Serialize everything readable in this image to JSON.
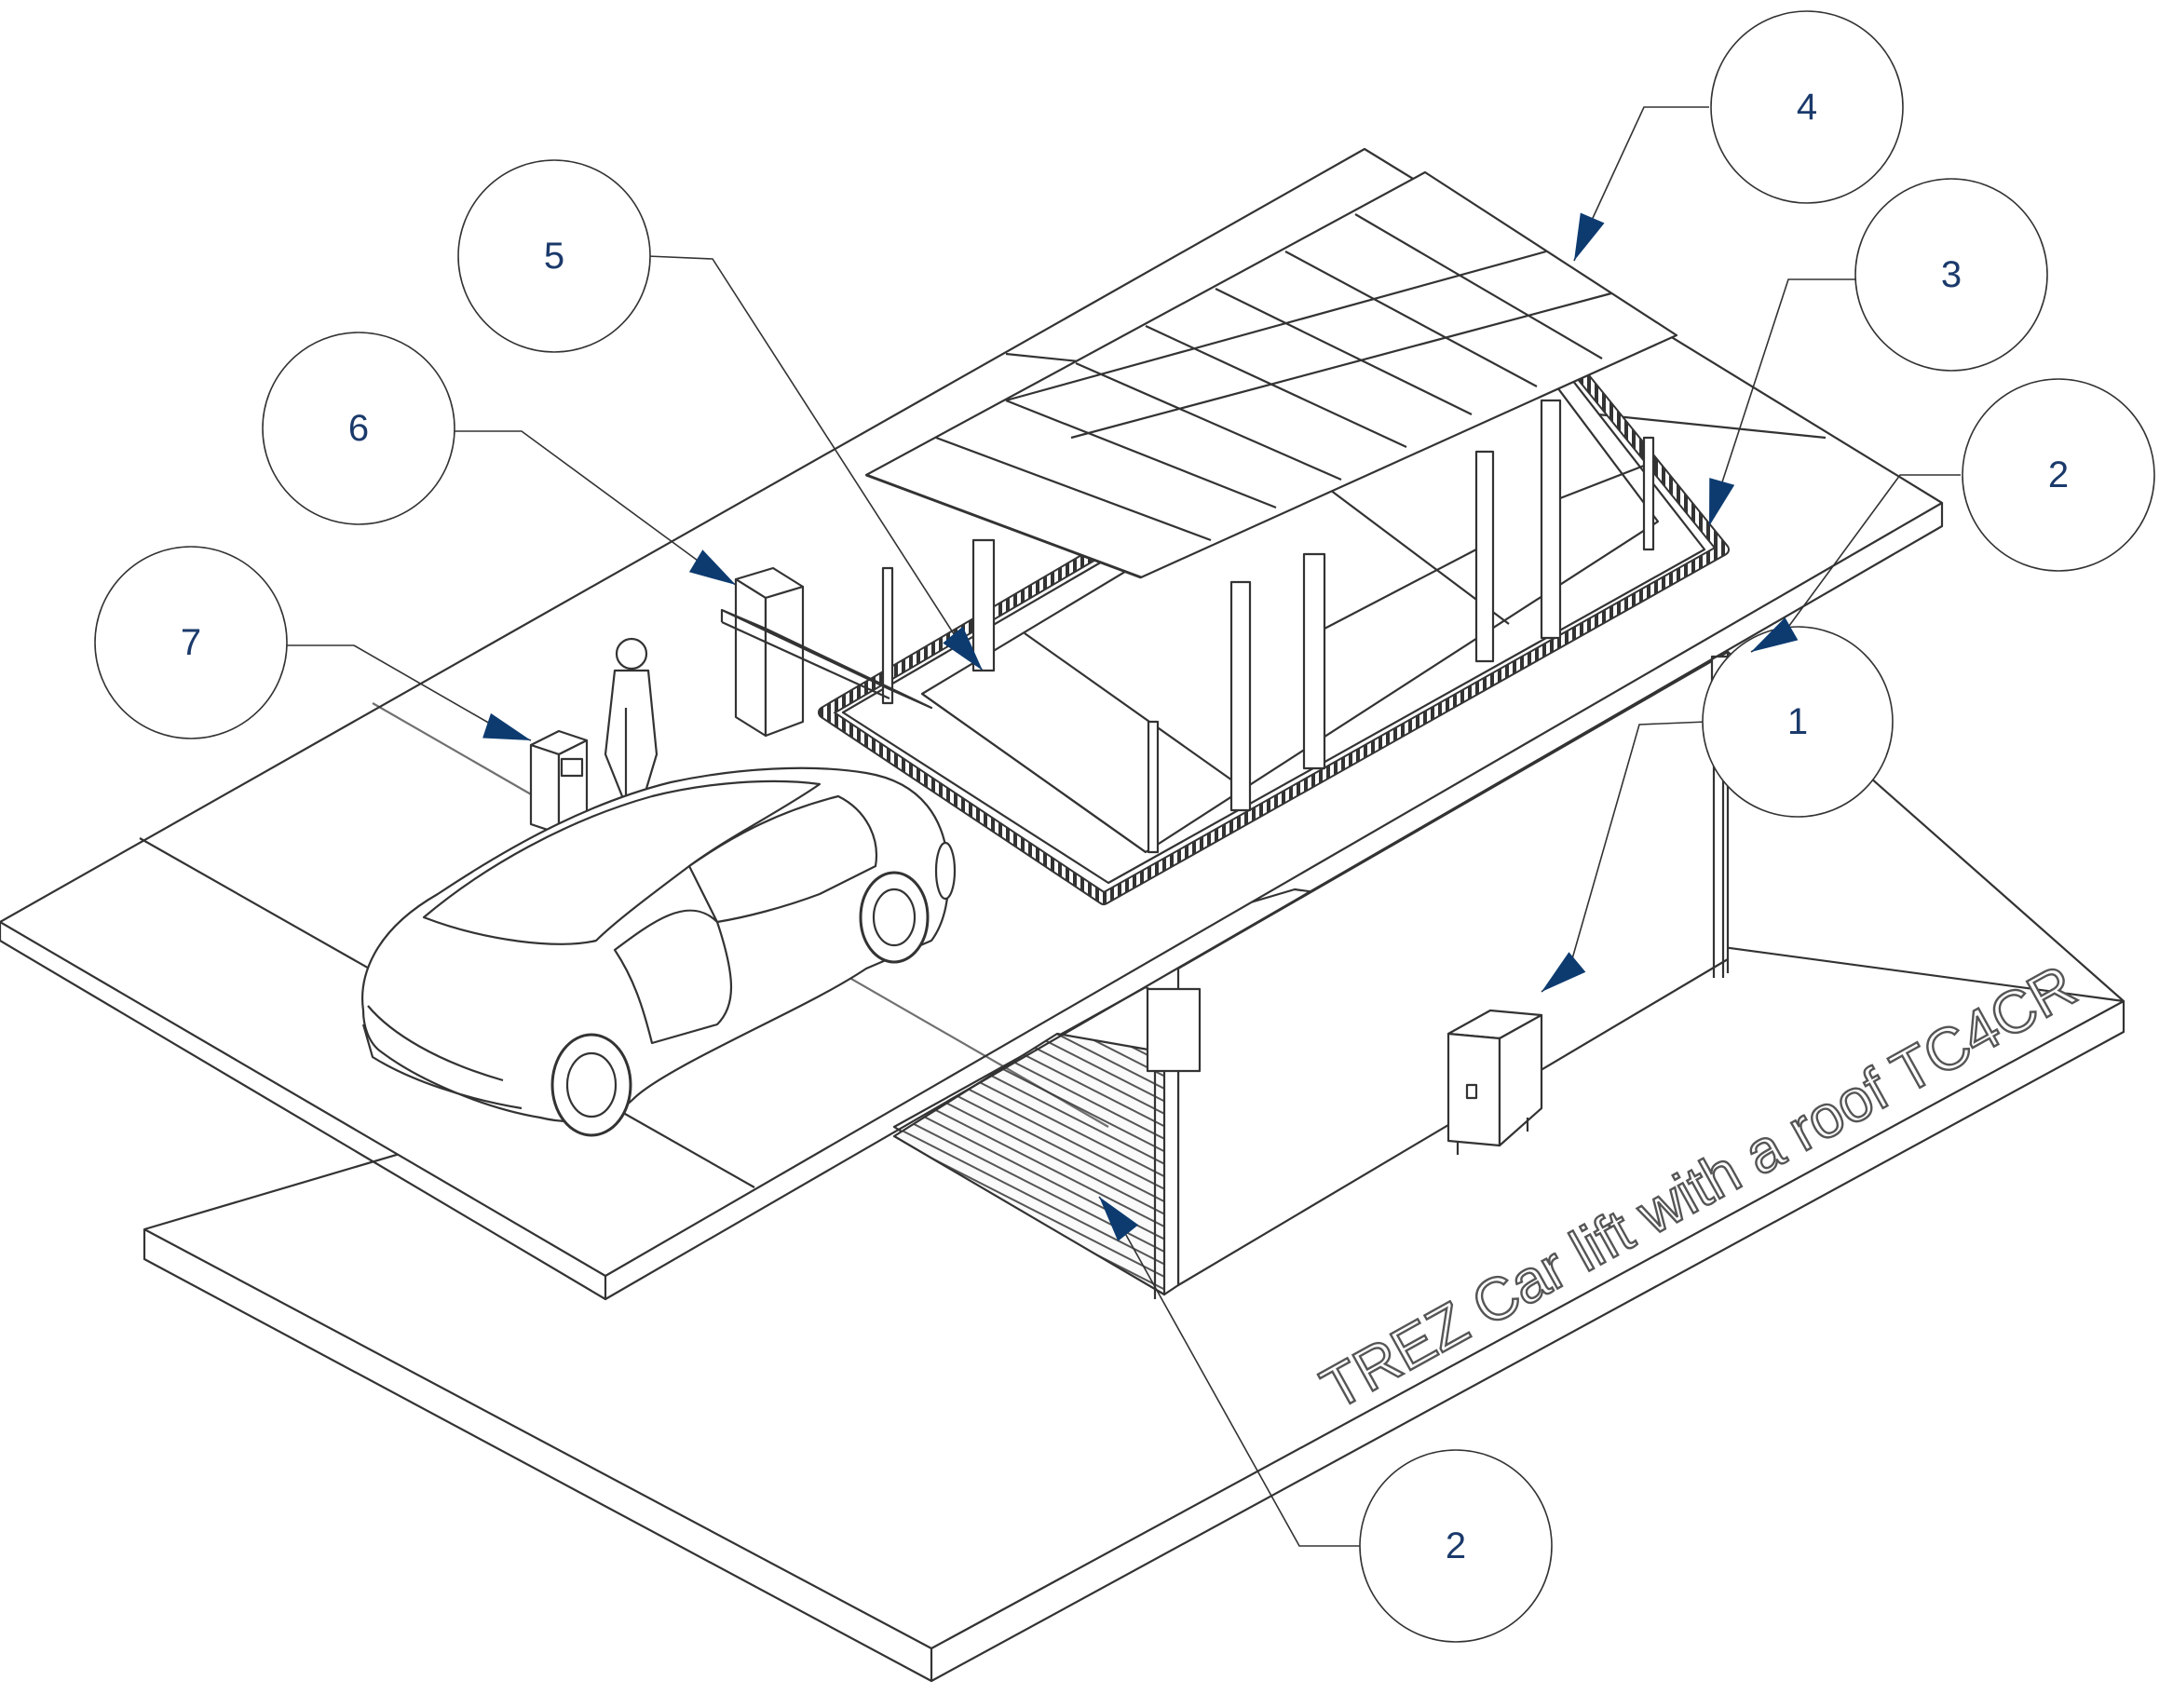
{
  "diagram": {
    "caption": "TREZ Car lift with a roof  TC4CR",
    "accent_color": "#0d3b70",
    "line_color": "#333333",
    "callouts": [
      {
        "id": "power-cabinet",
        "label": "1"
      },
      {
        "id": "side-door",
        "label": "2"
      },
      {
        "id": "frame-rim",
        "label": "3"
      },
      {
        "id": "roof",
        "label": "4"
      },
      {
        "id": "platform",
        "label": "5"
      },
      {
        "id": "barrier",
        "label": "6"
      },
      {
        "id": "control-post",
        "label": "7"
      },
      {
        "id": "roller-shutter",
        "label": "2"
      }
    ]
  }
}
